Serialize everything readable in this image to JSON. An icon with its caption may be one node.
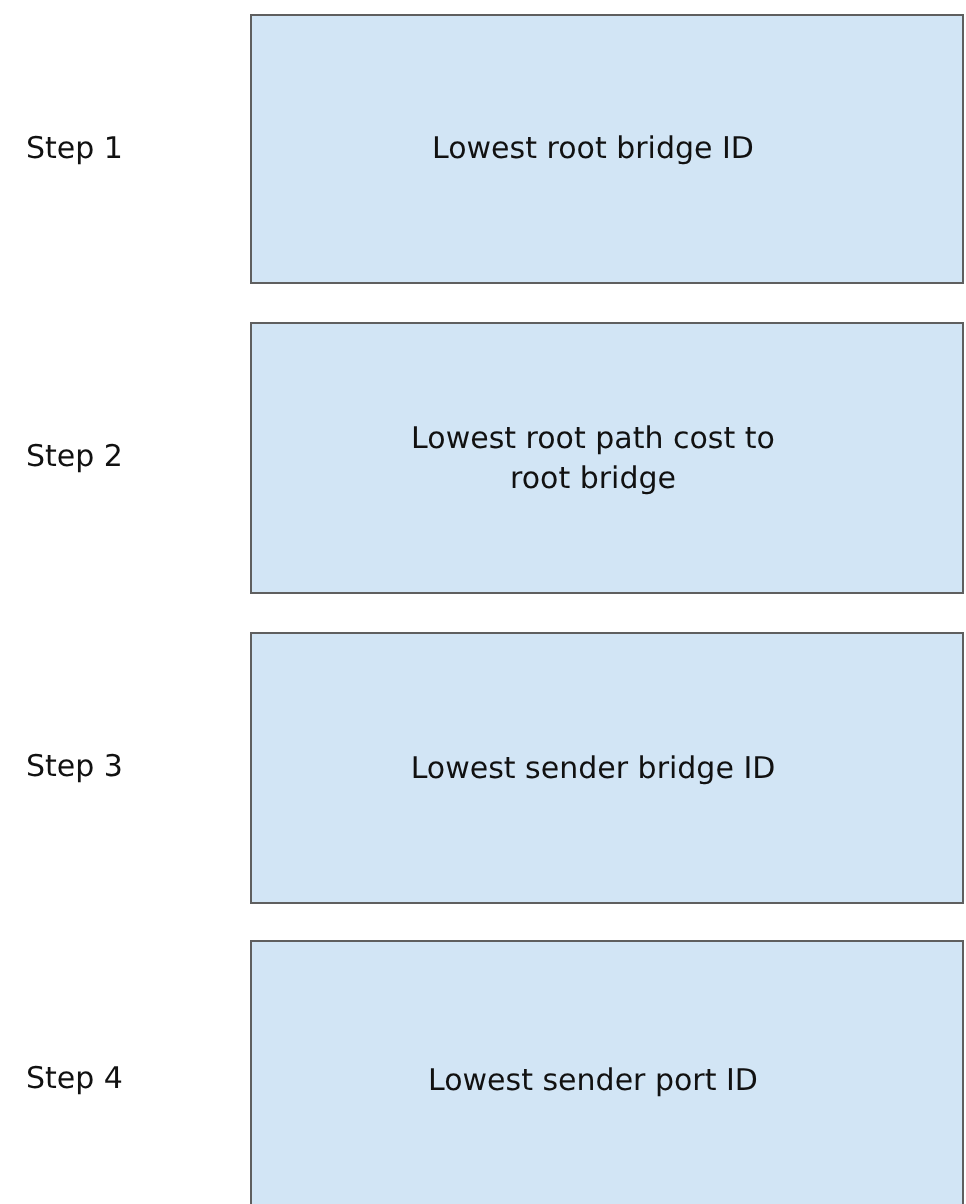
{
  "diagram": {
    "nodes": [
      {
        "text": [
          "Lowest root bridge ID"
        ]
      },
      {
        "text": [
          "Lowest root path cost to root bridge"
        ]
      },
      {
        "text": [
          "Lowest sender bridge ID"
        ]
      },
      {
        "text": [
          "Lowest sender port ID"
        ]
      }
    ],
    "labels": [
      "Step 1",
      "Step 2",
      "Step 3",
      "Step 4"
    ]
  }
}
